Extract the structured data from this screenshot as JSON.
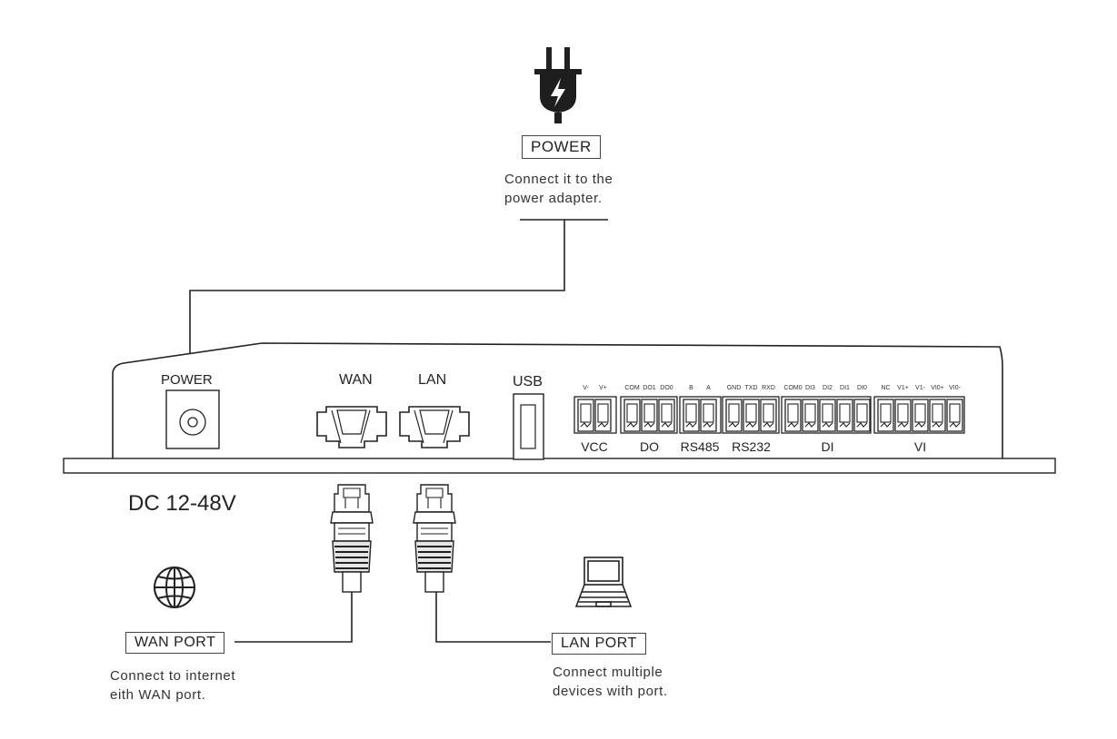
{
  "power": {
    "tag": "POWER",
    "desc_line1": "Connect it to the",
    "desc_line2": "power adapter."
  },
  "device": {
    "power_label": "POWER",
    "wan_label": "WAN",
    "lan_label": "LAN",
    "usb_label": "USB",
    "voltage": "DC 12-48V",
    "terminals": [
      {
        "group": "VCC",
        "pins": [
          "V-",
          "V+"
        ]
      },
      {
        "group": "DO",
        "pins": [
          "COM",
          "DO1",
          "DO0"
        ]
      },
      {
        "group": "RS485",
        "pins": [
          "B",
          "A"
        ]
      },
      {
        "group": "RS232",
        "pins": [
          "GND",
          "TXD",
          "RXD"
        ]
      },
      {
        "group": "DI",
        "pins": [
          "COM0",
          "DI3",
          "DI2",
          "DI1",
          "DI0"
        ]
      },
      {
        "group": "VI",
        "pins": [
          "NC",
          "V1+",
          "V1-",
          "VI0+",
          "VI0-"
        ]
      }
    ]
  },
  "wan": {
    "tag": "WAN PORT",
    "desc_line1": "Connect to internet",
    "desc_line2": "eith WAN port."
  },
  "lan": {
    "tag": "LAN  PORT",
    "desc_line1": "Connect multiple",
    "desc_line2": "devices with port."
  },
  "icons": [
    "plug-icon",
    "globe-icon",
    "laptop-icon",
    "ethernet-plug-icon"
  ]
}
